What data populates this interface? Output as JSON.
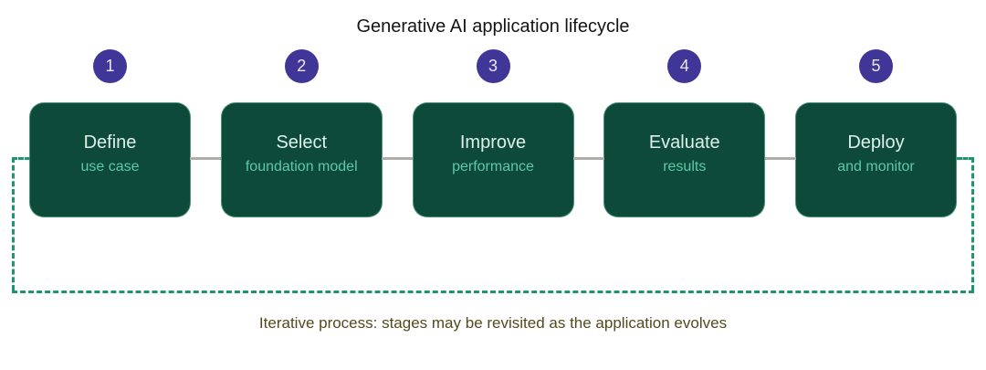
{
  "diagram": {
    "title": "Generative AI application lifecycle",
    "caption": "Iterative process: stages may be revisited as the application evolves",
    "stages": [
      {
        "number": "1",
        "title": "Define",
        "subtitle": "use case"
      },
      {
        "number": "2",
        "title": "Select",
        "subtitle": "foundation model"
      },
      {
        "number": "3",
        "title": "Improve",
        "subtitle": "performance"
      },
      {
        "number": "4",
        "title": "Evaluate",
        "subtitle": "results"
      },
      {
        "number": "5",
        "title": "Deploy",
        "subtitle": "and monitor"
      }
    ]
  },
  "colors": {
    "card_background": "#0d4a3a",
    "card_border": "#82cdac",
    "card_title_text": "#ddf1e8",
    "card_subtitle_text": "#5ec9a4",
    "badge_background": "#3f3697",
    "badge_text": "#eae8f8",
    "connector_gray": "#b0aeab",
    "loop_dashed": "#1c9570",
    "caption_text": "#54491d",
    "title_text": "#141414"
  }
}
